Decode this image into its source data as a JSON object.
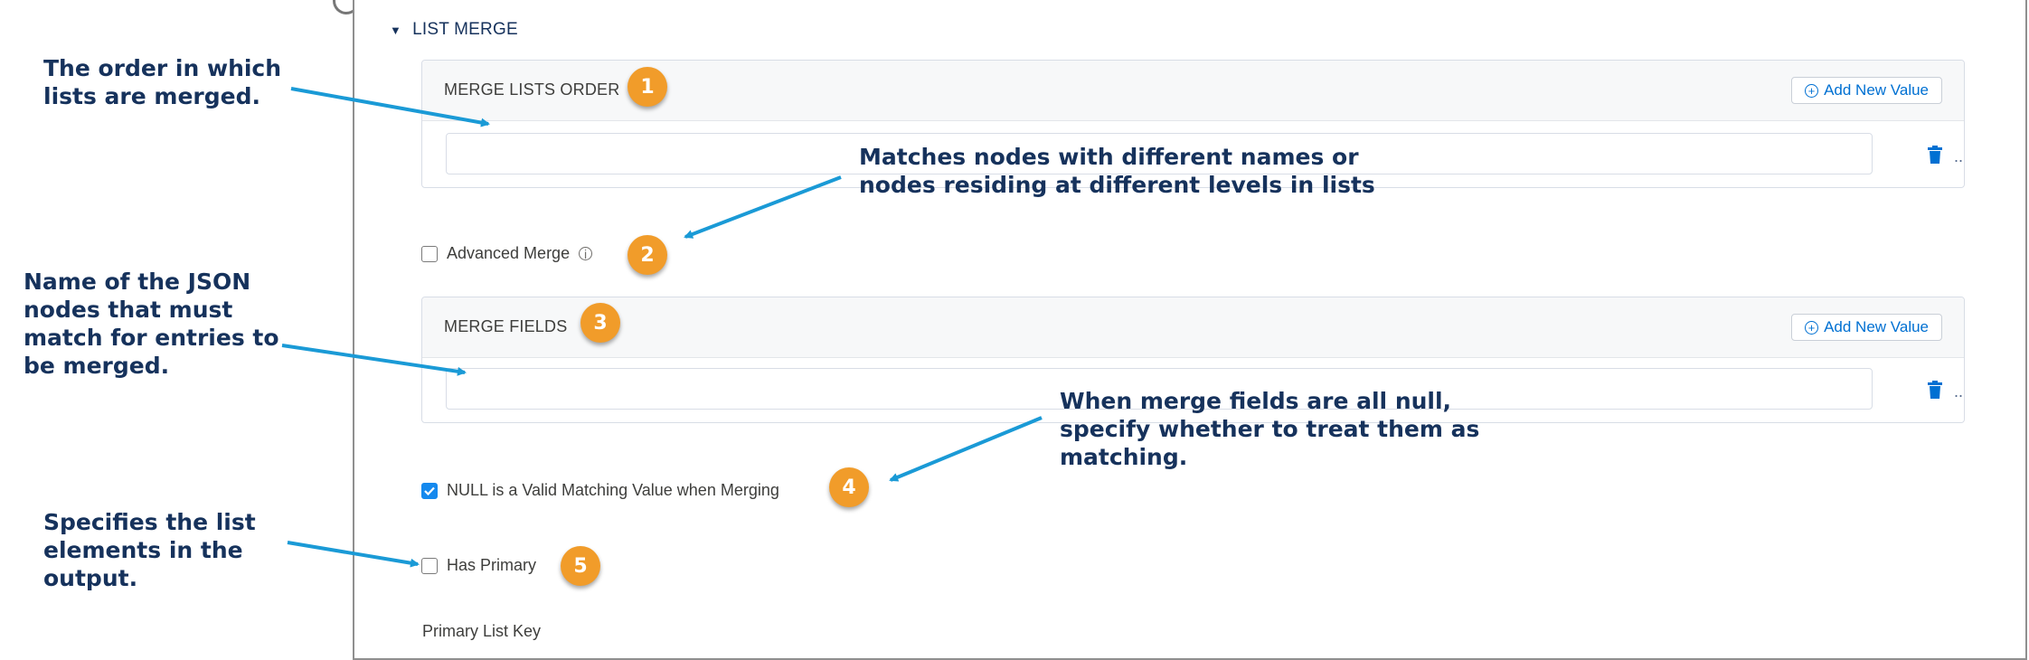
{
  "section": {
    "caret": "▼",
    "title": "LIST MERGE"
  },
  "merge_lists_order": {
    "title": "MERGE LISTS ORDER",
    "add_label": "Add New Value",
    "value": ""
  },
  "advanced_merge": {
    "label": "Advanced Merge",
    "checked": false
  },
  "merge_fields": {
    "title": "MERGE FIELDS",
    "add_label": "Add New Value",
    "value": ""
  },
  "null_valid": {
    "label": "NULL is a Valid Matching Value when Merging",
    "checked": true
  },
  "has_primary": {
    "label": "Has Primary",
    "checked": false
  },
  "primary_list_key": {
    "label": "Primary List Key"
  },
  "badges": [
    "1",
    "2",
    "3",
    "4",
    "5"
  ],
  "callouts": {
    "order": [
      "The order in which",
      "lists are merged."
    ],
    "advanced": [
      "Matches nodes with different names or",
      "nodes residing at different levels in lists"
    ],
    "fields": [
      "Name of the JSON",
      "nodes that must",
      "match for entries to",
      "be merged."
    ],
    "null": [
      "When merge fields are all null,",
      "specify whether to treat them as",
      "matching."
    ],
    "primary": [
      "Specifies the list",
      "elements in the",
      "output."
    ]
  },
  "colors": {
    "badge": "#f19c2a",
    "arrow": "#1a9ad6",
    "callout_text": "#16325c",
    "link": "#0070d2",
    "checkbox_checked": "#1589ee"
  }
}
